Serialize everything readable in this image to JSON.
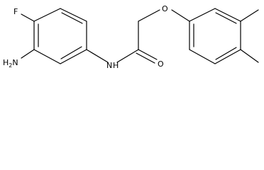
{
  "structure": {
    "atoms": {
      "fluorine": "F",
      "amino": {
        "main": "H",
        "subscript": "2",
        "tail": "N"
      },
      "amide_nitrogen": "N",
      "amide_hydrogen": "H",
      "carbonyl_oxygen": "O",
      "ether_oxygen": "O"
    }
  }
}
